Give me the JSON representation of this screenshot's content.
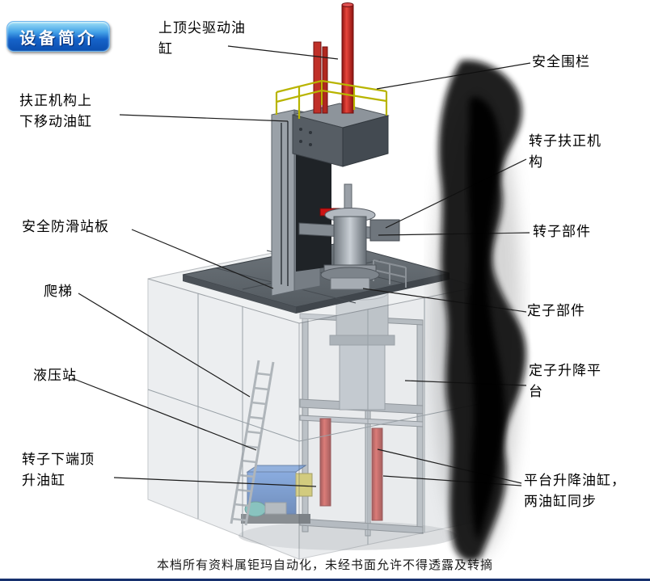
{
  "badge": {
    "label": "设备简介"
  },
  "labels": [
    {
      "id": "top-pin-drive-cylinder",
      "text": "上顶尖驱动油\n缸"
    },
    {
      "id": "safety-fence",
      "text": "安全围栏"
    },
    {
      "id": "centering-move-cylinder",
      "text": "扶正机构上\n下移动油缸"
    },
    {
      "id": "rotor-centering-mechanism",
      "text": "转子扶正机\n构"
    },
    {
      "id": "anti-slip-platform",
      "text": "安全防滑站板"
    },
    {
      "id": "rotor-part",
      "text": "转子部件"
    },
    {
      "id": "ladder",
      "text": "爬梯"
    },
    {
      "id": "stator-part",
      "text": "定子部件"
    },
    {
      "id": "hydraulic-station",
      "text": "液压站"
    },
    {
      "id": "stator-lift-platform",
      "text": "定子升降平\n台"
    },
    {
      "id": "rotor-bottom-jack-cylinder",
      "text": "转子下端顶\n升油缸"
    },
    {
      "id": "platform-lift-cylinders",
      "text": "平台升降油缸，\n两油缸同步"
    }
  ],
  "footer": {
    "text": "本档所有资料属钜玛自动化，未经书面允许不得透露及转摘"
  },
  "colors": {
    "badge_blue": "#1663c9",
    "cylinder_red": "#cc1414",
    "hydraulic_blue": "#2f6fd0",
    "railing_yellow": "#b8b400",
    "machine_gray": "#9aa1a8"
  }
}
